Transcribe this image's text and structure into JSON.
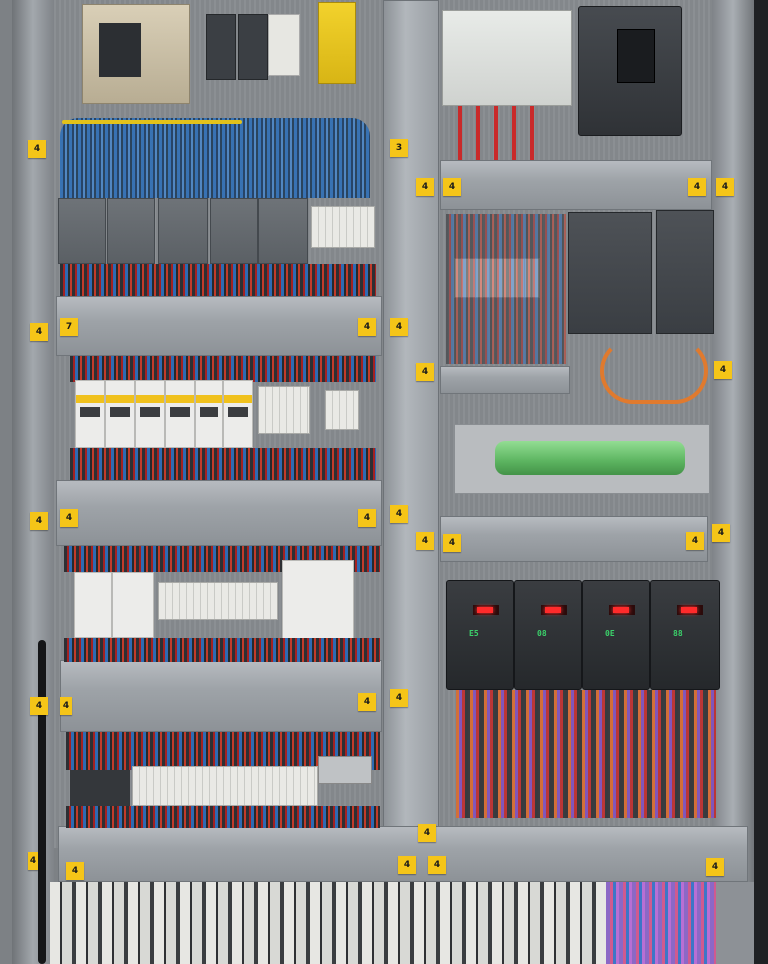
{
  "scene": {
    "kind": "photo",
    "subject": "electrical-control-cabinet"
  },
  "labels": {
    "l1": "4",
    "l2": "3",
    "l3": "4",
    "l4": "4",
    "l5": "4",
    "l6": "4",
    "l7": "7",
    "l8": "4",
    "l9": "4",
    "l10": "4",
    "l11": "4",
    "l12": "4",
    "l13": "4",
    "l14": "4",
    "l15": "4",
    "l16": "4",
    "l17": "4",
    "l18": "4",
    "l19": "4",
    "l20": "4",
    "l21": "4",
    "l22": "4",
    "l23": "4",
    "l24": "4",
    "l25": "4",
    "l26": "4",
    "l27": "4",
    "l28": "4",
    "l29": "4",
    "l30": "4"
  },
  "colors": {
    "sticker": "#f5c518",
    "cabinet": "#9ea3a8",
    "wire_blue": "#2f6fb7",
    "wire_red": "#c23b2a",
    "display_red": "#ff2b2b",
    "led_green": "#3bd16a"
  }
}
